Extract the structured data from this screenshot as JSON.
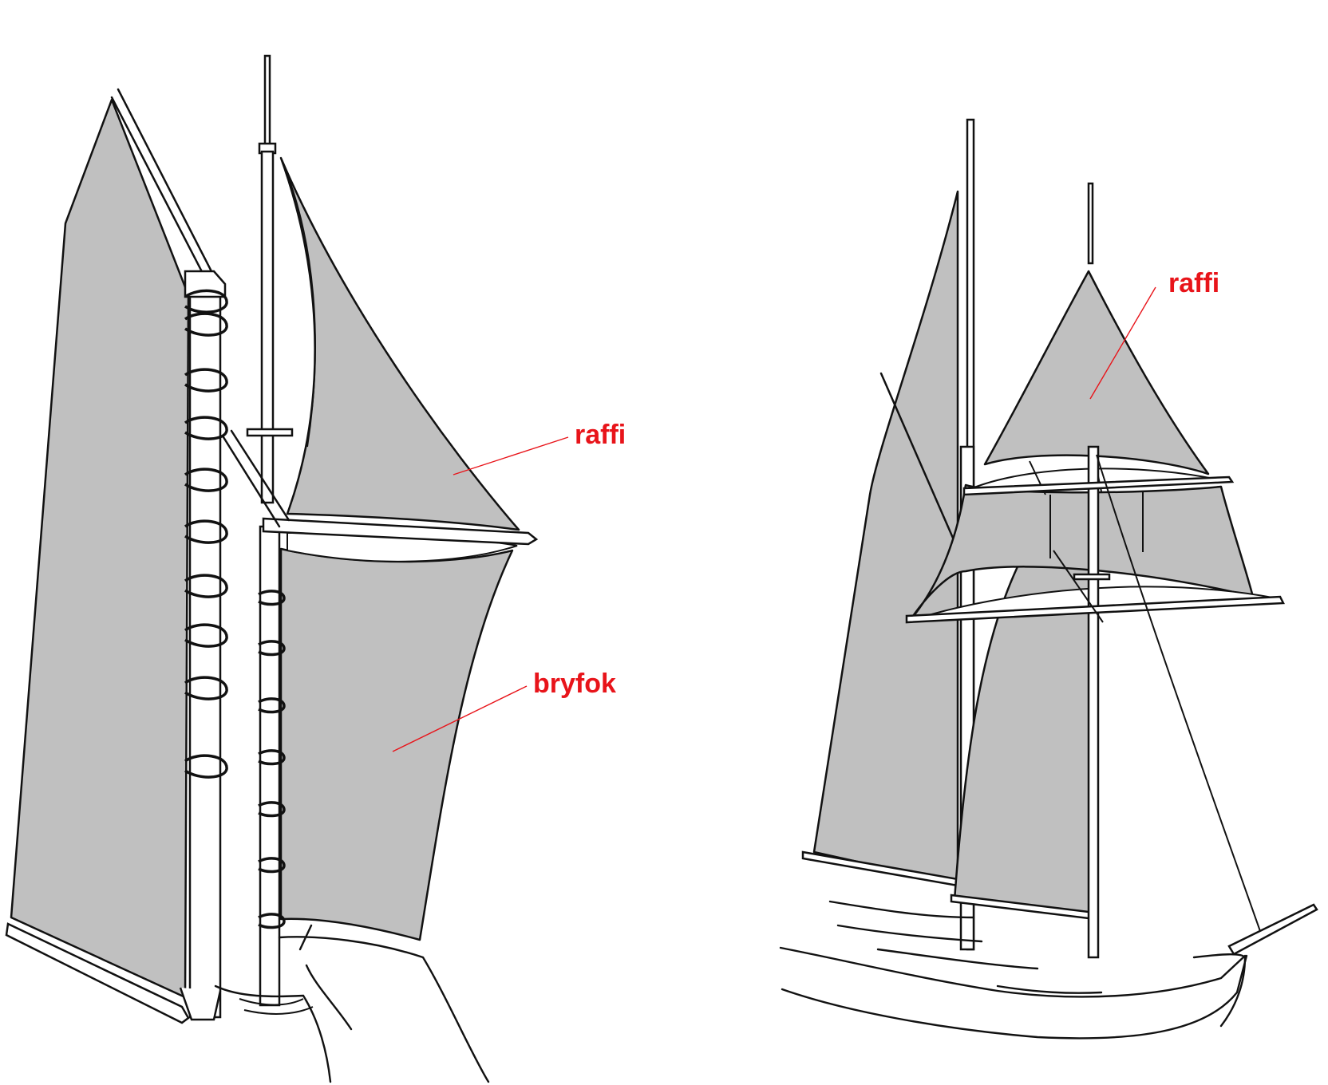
{
  "labels": {
    "left_raffi": "raffi",
    "left_bryfok": "bryfok",
    "right_raffi": "raffi"
  },
  "colors": {
    "sail": "#c0c0c0",
    "outline": "#111111",
    "label": "#e8141a",
    "background": "#ffffff"
  }
}
